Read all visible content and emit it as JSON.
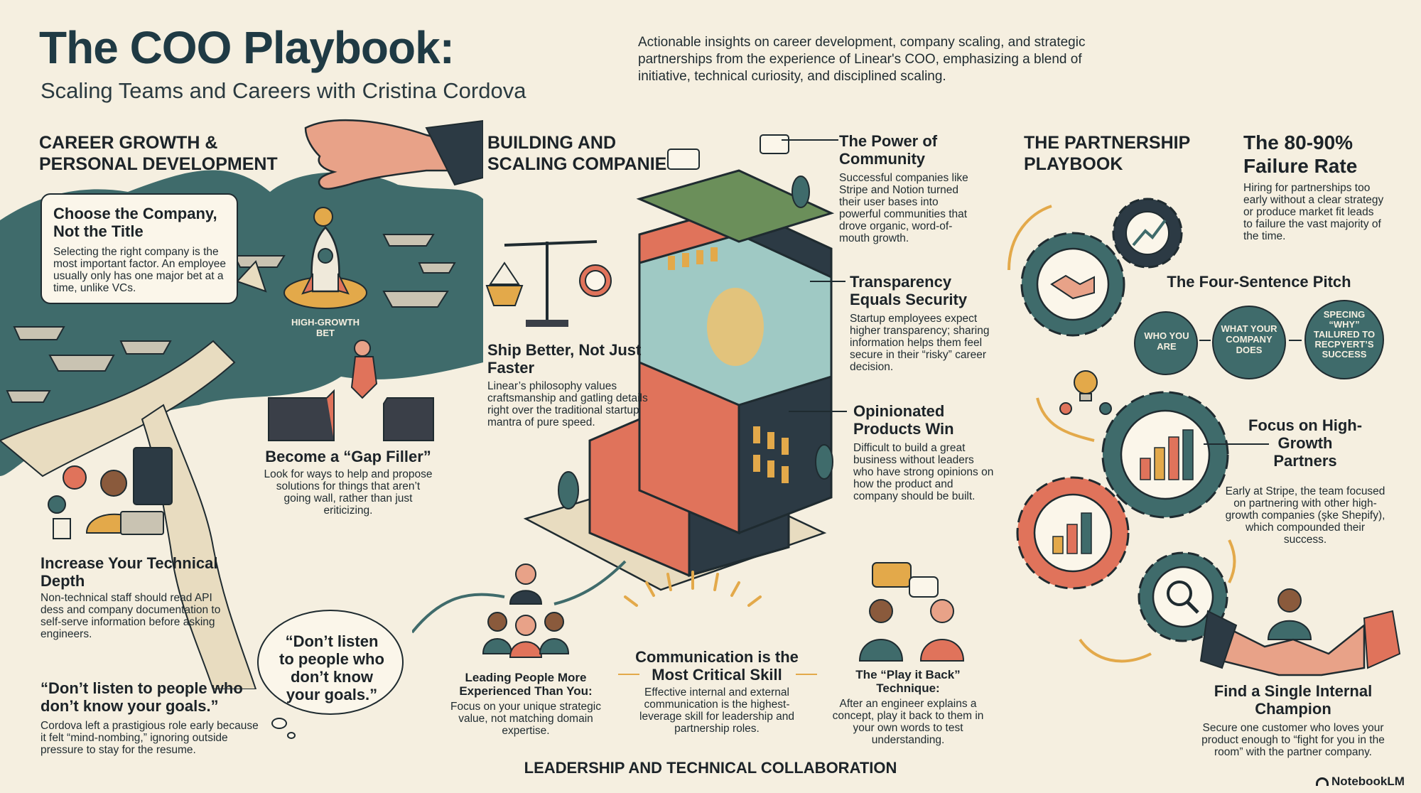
{
  "header": {
    "title": "The COO Playbook:",
    "subtitle": "Scaling Teams and Careers with Cristina Cordova",
    "intro": "Actionable insights on career development, company scaling, and strategic partnerships from the experience of Linear's COO, emphasizing a blend of initiative, technical curiosity, and disciplined scaling."
  },
  "career": {
    "section_title": "CAREER GROWTH & PERSONAL DEVELOPMENT",
    "choose": {
      "title": "Choose the Company, Not the Title",
      "body": "Selecting the right company is the most important factor. An employee usually only has one major bet at a time, unlike VCs."
    },
    "bet_label": "HIGH-GROWTH BET",
    "gap": {
      "title": "Become a “Gap Filler”",
      "body": "Look for ways to help and propose solutions for things that aren’t going wall, rather than just eriticizing."
    },
    "tech": {
      "title": "Increase Your Technical Depth",
      "body": "Non-technical staff should read API dess and company documentation to self-serve information before asking engineers."
    },
    "thought_bubble": "“Don’t listen to people who don’t know your goals.”",
    "quote": {
      "title": "“Don’t listen to people who don’t know your goals.”",
      "body": "Cordova left a prastigious role early because it felt “mind-nombing,” ignoring outside pressure to stay for the resume."
    }
  },
  "building": {
    "section_title": "BUILDING AND SCALING COMPANIES",
    "ship": {
      "title": "Ship Better, Not Just Faster",
      "body": "Linear’s philosophy values craftsmanship and gatling details right over the traditional startup mantra of pure speed."
    },
    "community": {
      "title": "The Power of Community",
      "body": "Successful companies like Stripe and Notion turned their user bases into powerful communities that drove organic, word-of-mouth growth."
    },
    "transparency": {
      "title": "Transparency Equals Security",
      "body": "Startup employees expect higher transparency; sharing information helps them feel secure in their “risky” career decision."
    },
    "opinionated": {
      "title": "Opinionated Products Win",
      "body": "Difficult to build a great business without leaders who have strong opinions on how the product and company should be built."
    }
  },
  "leadership": {
    "section_title": "LEADERSHIP AND TECHNICAL COLLABORATION",
    "leading": {
      "title": "Leading People More Experienced Than You:",
      "body": "Focus on your unique strategic value, not matching domain expertise."
    },
    "communication": {
      "title": "Communication is the Most Critical Skill",
      "body": "Effective internal and external communication is the highest-leverage skill for leadership and partnership roles."
    },
    "playback": {
      "title": "The “Play it Back” Technique:",
      "body": "After an engineer explains a concept, play it back to them in your own words to test understanding."
    }
  },
  "partnership": {
    "section_title": "THE PARTNERSHIP PLAYBOOK",
    "failure": {
      "title": "The 80-90% Failure Rate",
      "body": "Hiring for partnerships too early without a clear strategy or produce market fit leads to failure the vast majority of the time."
    },
    "pitch": {
      "title": "The Four-Sentence Pitch",
      "steps": [
        "WHO YOU ARE",
        "WHAT YOUR COMPANY DOES",
        "SPECING “WHY” TAILURED TO RECPYERT’S SUCCESS"
      ]
    },
    "focus": {
      "title": "Focus on High-Growth Partners",
      "body": "Early at Stripe, the team focused on partnering with other high-growth companies (şke Shepify), which compounded their success."
    },
    "champion": {
      "title": "Find a Single Internal Champion",
      "body": "Secure one customer who loves your product enough to “fight for you in the room” with the partner company."
    }
  },
  "brand": "NotebookLM",
  "colors": {
    "background": "#f5efe0",
    "teal": "#3f6b6b",
    "coral": "#e0735b",
    "mustard": "#e3a94a",
    "ink": "#1f2b30"
  }
}
